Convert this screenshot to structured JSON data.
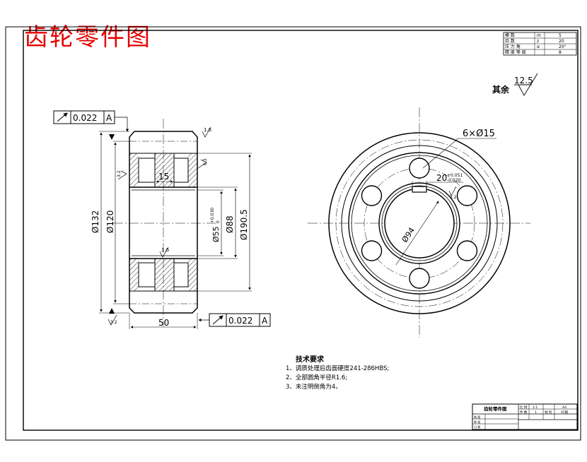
{
  "header": {
    "title": "齿轮零件图"
  },
  "param_table": {
    "rows": [
      {
        "label": "模 数",
        "sym": "m",
        "val": "5"
      },
      {
        "label": "齿 数",
        "sym": "z",
        "val": "20"
      },
      {
        "label": "压 力 角",
        "sym": "α",
        "val": "20°"
      },
      {
        "label": "精 度 等 级",
        "sym": "",
        "val": "8"
      }
    ]
  },
  "roughness": {
    "other_label": "其余",
    "value": "12.5"
  },
  "section_view": {
    "tol_top": {
      "value": "0.022",
      "datum": "A"
    },
    "tol_bottom": {
      "value": "0.022",
      "datum": "A"
    },
    "dims": {
      "d132": "Ø132",
      "d120": "Ø120",
      "d55": "Ø55",
      "d55_tol_upper": "+0.030",
      "d55_tol_lower": "0",
      "d88": "Ø88",
      "d190": "Ø190.5",
      "w50": "50",
      "w15": "15"
    },
    "roughness": {
      "r1": "1.6",
      "r2": "1.6",
      "r3": "3.2",
      "r4": "6.3",
      "r5": "3.2"
    }
  },
  "front_view": {
    "holes_label": "6×Ø15",
    "keyway": "20",
    "keyway_tol_upper": "+0.051",
    "keyway_tol_lower": "-0.020",
    "d94": "Ø94",
    "r_key": "3.2"
  },
  "tech_requirements": {
    "title": "技术要求",
    "items": [
      "1、调质处理后齿面硬度241-286HBS;",
      "2、全部圆角半径R1.6;",
      "3、未注明倒角为4。"
    ]
  },
  "title_block": {
    "name": "齿轮零件图",
    "labels": {
      "ratio": "比 例",
      "qty": "件 数",
      "material": "材 料"
    },
    "values": {
      "ratio": "1:1",
      "qty": "1",
      "material": "45钢"
    },
    "row_labels": [
      "制 图",
      "审 核",
      "日 期"
    ],
    "sheet": "A4"
  }
}
